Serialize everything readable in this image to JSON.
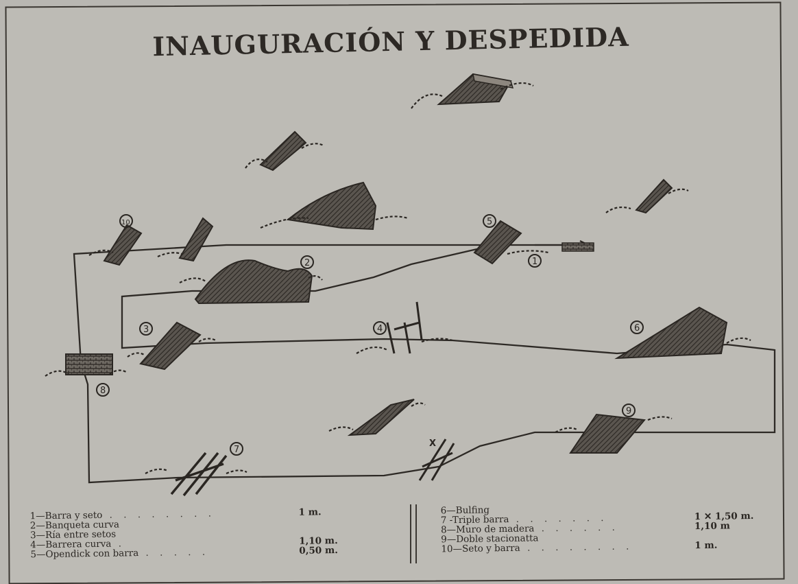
{
  "title": "INAUGURACIÓN Y DESPEDIDA",
  "obstacle_numbers": [
    "1",
    "2",
    "3",
    "4",
    "5",
    "6",
    "7",
    "8",
    "9",
    "X"
  ],
  "legend_left": [
    {
      "label": "1—Barra y seto",
      "value": "1 m."
    },
    {
      "label": "2—Banqueta curva",
      "value": ""
    },
    {
      "label": "3—Ría entre setos",
      "value": ""
    },
    {
      "label": "4—Barrera curva",
      "value": "1,10 m."
    },
    {
      "label": "5—Opendick con barra",
      "value": "0,50 m."
    }
  ],
  "legend_right": [
    {
      "label": "6—Bulfing",
      "value": ""
    },
    {
      "label": "7 -Triple barra",
      "value": "1 ✕ 1,50 m."
    },
    {
      "label": "8—Muro de madera",
      "value": "1,10 m"
    },
    {
      "label": "9—Doble stacionatta",
      "value": ""
    },
    {
      "label": "10—Seto y barra",
      "value": "1 m."
    }
  ],
  "colors": {
    "paper": "#bdbbb5",
    "ink": "#2d2925"
  }
}
